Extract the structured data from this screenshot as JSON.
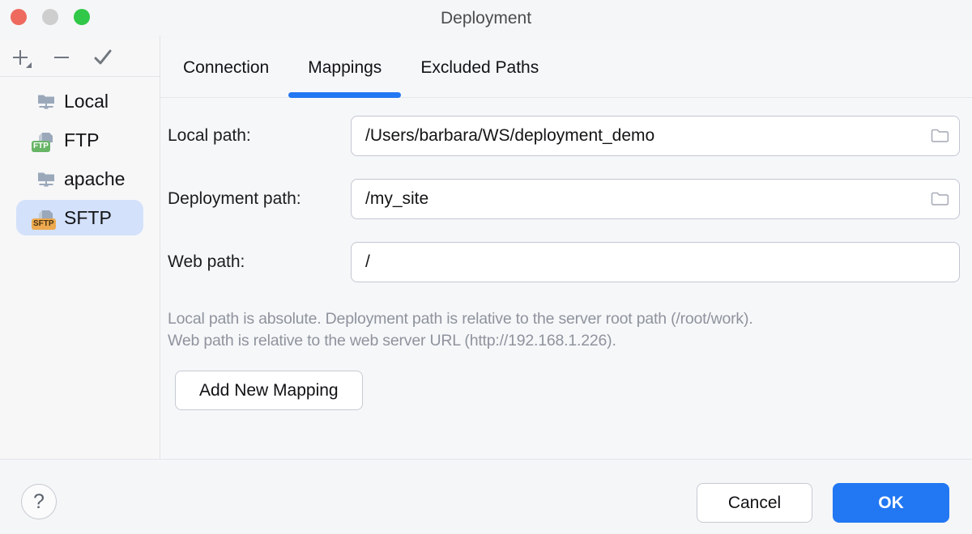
{
  "window": {
    "title": "Deployment"
  },
  "colors": {
    "accent": "#2277f2",
    "selection": "#d3e1fb",
    "badge_ftp_bg": "#67b565",
    "badge_sftp_bg": "#eda94f",
    "traffic_close": "#ee6a5e",
    "traffic_minimize": "#cecece",
    "traffic_zoom": "#31c748"
  },
  "sidebar": {
    "toolbar": {
      "add_icon": "plus-with-dropdown",
      "remove_icon": "minus",
      "apply_icon": "checkmark"
    },
    "items": [
      {
        "label": "Local",
        "icon": "folder-network-icon",
        "badge": "",
        "selected": false
      },
      {
        "label": "FTP",
        "icon": "server-file-icon",
        "badge": "FTP",
        "selected": false
      },
      {
        "label": "apache",
        "icon": "folder-network-icon",
        "badge": "",
        "selected": false
      },
      {
        "label": "SFTP",
        "icon": "server-file-icon",
        "badge": "SFTP",
        "selected": true
      }
    ]
  },
  "tabs": [
    {
      "label": "Connection",
      "active": false
    },
    {
      "label": "Mappings",
      "active": true
    },
    {
      "label": "Excluded Paths",
      "active": false
    }
  ],
  "form": {
    "fields": [
      {
        "label": "Local path:",
        "value": "/Users/barbara/WS/deployment_demo",
        "has_browse": true
      },
      {
        "label": "Deployment path:",
        "value": "/my_site",
        "has_browse": true
      },
      {
        "label": "Web path:",
        "value": "/",
        "has_browse": false
      }
    ],
    "help_lines": [
      "Local path is absolute. Deployment path is relative to the server root path (/root/work).",
      "Web path is relative to the web server URL (http://192.168.1.226)."
    ],
    "add_mapping_label": "Add New Mapping"
  },
  "footer": {
    "help_label": "?",
    "cancel_label": "Cancel",
    "ok_label": "OK"
  }
}
